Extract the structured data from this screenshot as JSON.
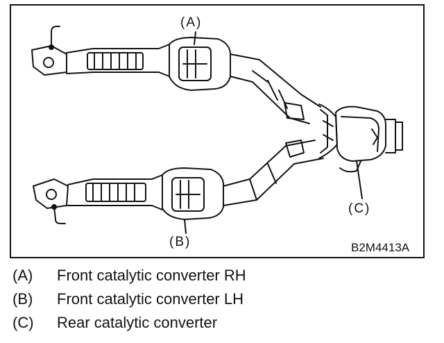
{
  "figure": {
    "figure_id": "B2M4413A",
    "callouts": {
      "a": "(A)",
      "b": "(B)",
      "c": "(C)"
    }
  },
  "legend": [
    {
      "key": "(A)",
      "description": "Front catalytic converter RH"
    },
    {
      "key": "(B)",
      "description": "Front catalytic converter LH"
    },
    {
      "key": "(C)",
      "description": "Rear catalytic converter"
    }
  ]
}
